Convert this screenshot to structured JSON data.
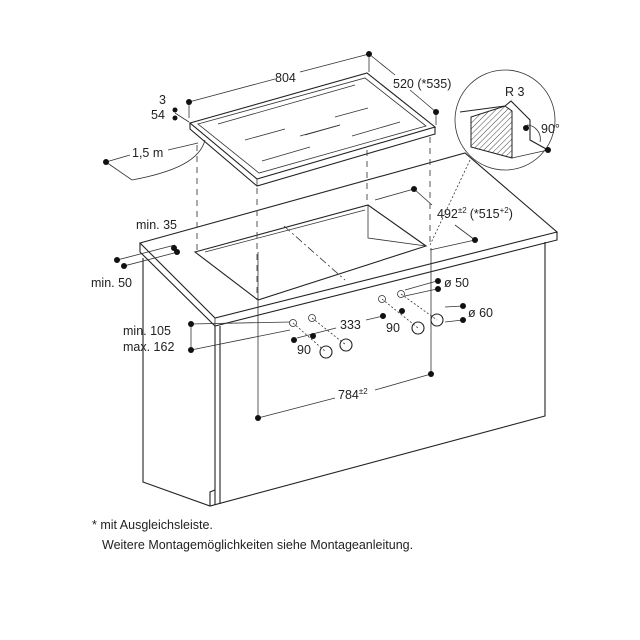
{
  "dimensions": {
    "width": "804",
    "depth": "520 (*535)",
    "thickness_top": "3",
    "thickness_total": "54",
    "cable_length": "1,5 m",
    "radius": "R 3",
    "angle": "90°",
    "min_35": "min. 35",
    "cutout_depth": "492",
    "cutout_depth_tol": "±2",
    "cutout_depth_alt": "(*515",
    "cutout_depth_alt_tol": "+2",
    "cutout_depth_alt_close": ")",
    "min_50": "min. 50",
    "dia_50": "ø 50",
    "dia_60": "ø 60",
    "min_105": "min. 105",
    "max_162": "max. 162",
    "spacing_333": "333",
    "offset_90_left": "90",
    "offset_90_right": "90",
    "cutout_width": "784",
    "cutout_width_tol": "±2"
  },
  "footnotes": {
    "line1": "* mit Ausgleichsleiste.",
    "line2": "Weitere Montagemöglichkeiten siehe Montageanleitung."
  }
}
